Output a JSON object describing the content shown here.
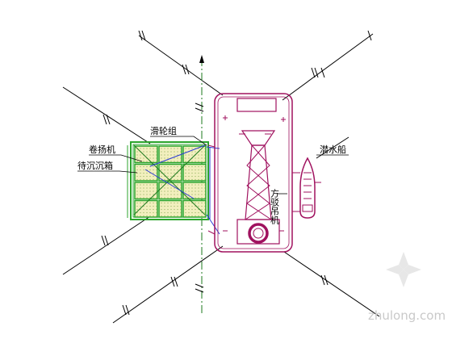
{
  "labels": {
    "pulley_group": "滑轮组",
    "winch": "卷扬机",
    "caisson_to_sink": "待沉沉箱",
    "diver_boat": "潜水船",
    "crane": "方驳吊机"
  },
  "watermark": "zhulong.com",
  "colors": {
    "barge": "#a0125f",
    "grid": "#2ca52c",
    "grid_fill": "#f2efbe",
    "mooring": "#000000",
    "rope_blue": "#2b3bd6",
    "rope_green": "#1d7a1d"
  },
  "grid": {
    "rows": 4,
    "cols": 3
  }
}
